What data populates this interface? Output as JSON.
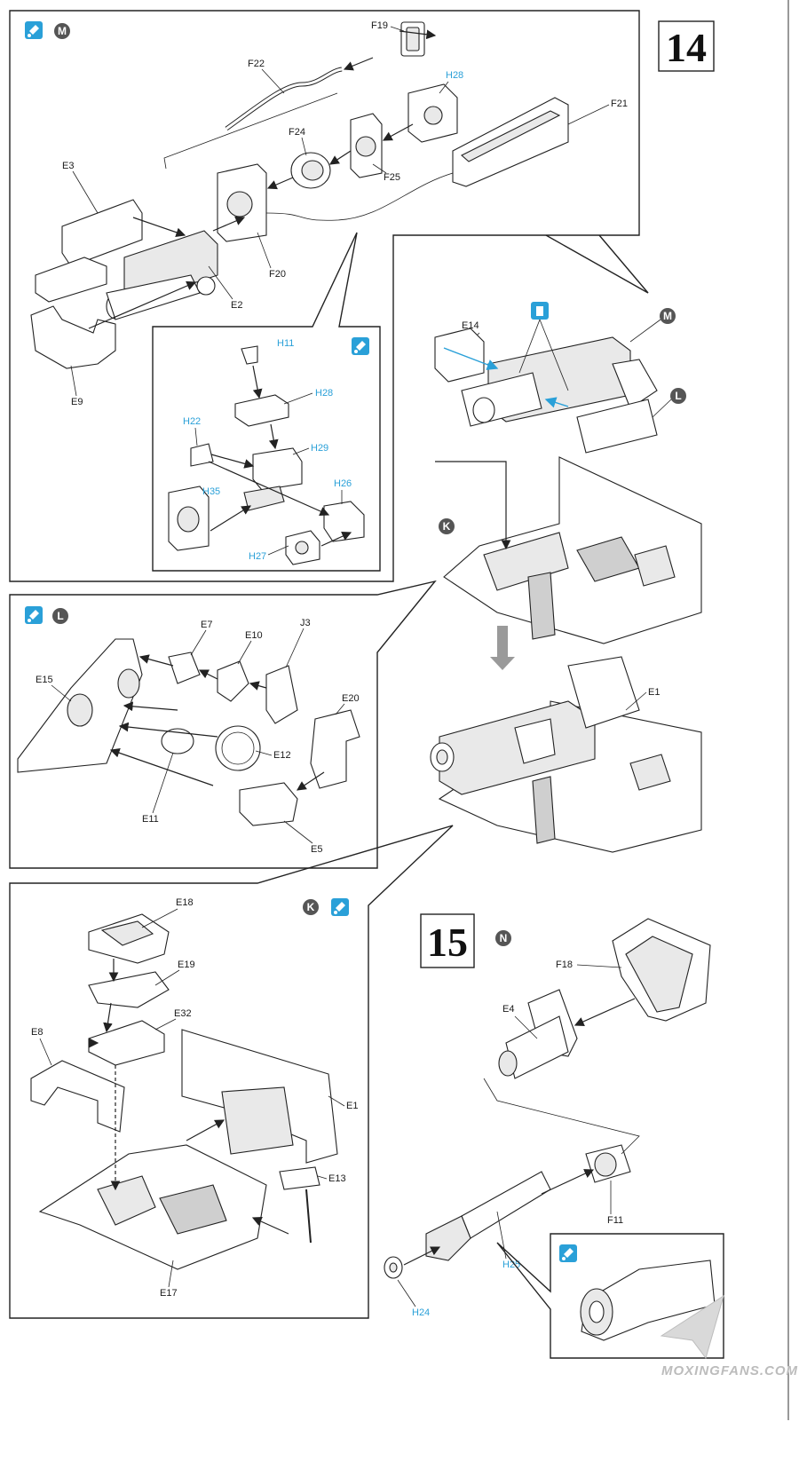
{
  "step14": {
    "number": "14",
    "boxM": {
      "letter": "M",
      "labels": [
        "F19",
        "F22",
        "H28",
        "F21",
        "F24",
        "F25",
        "E3",
        "F20",
        "E2",
        "E9"
      ]
    },
    "inset": {
      "labels": [
        "H11",
        "H28",
        "H22",
        "H29",
        "H35",
        "H26",
        "H27"
      ]
    },
    "boxL": {
      "letter": "L",
      "labels": [
        "E7",
        "E10",
        "J3",
        "E15",
        "E20",
        "E12",
        "E11",
        "E5"
      ]
    },
    "boxK": {
      "letter": "K",
      "labels": [
        "E18",
        "E19",
        "E32",
        "E8",
        "E1",
        "E13",
        "E17"
      ]
    },
    "main": {
      "labels": [
        "E14",
        "M",
        "L",
        "K",
        "E1"
      ]
    }
  },
  "step15": {
    "number": "15",
    "letter": "N",
    "labels": [
      "F18",
      "E4",
      "F11",
      "H25",
      "H24"
    ]
  },
  "icons": {
    "glue": "glue-icon",
    "cement": "cement-bottle-icon"
  },
  "colors": {
    "accent_blue": "#2aa0d8",
    "badge_gray": "#555555"
  },
  "watermark": "MOXINGFANS.COM"
}
